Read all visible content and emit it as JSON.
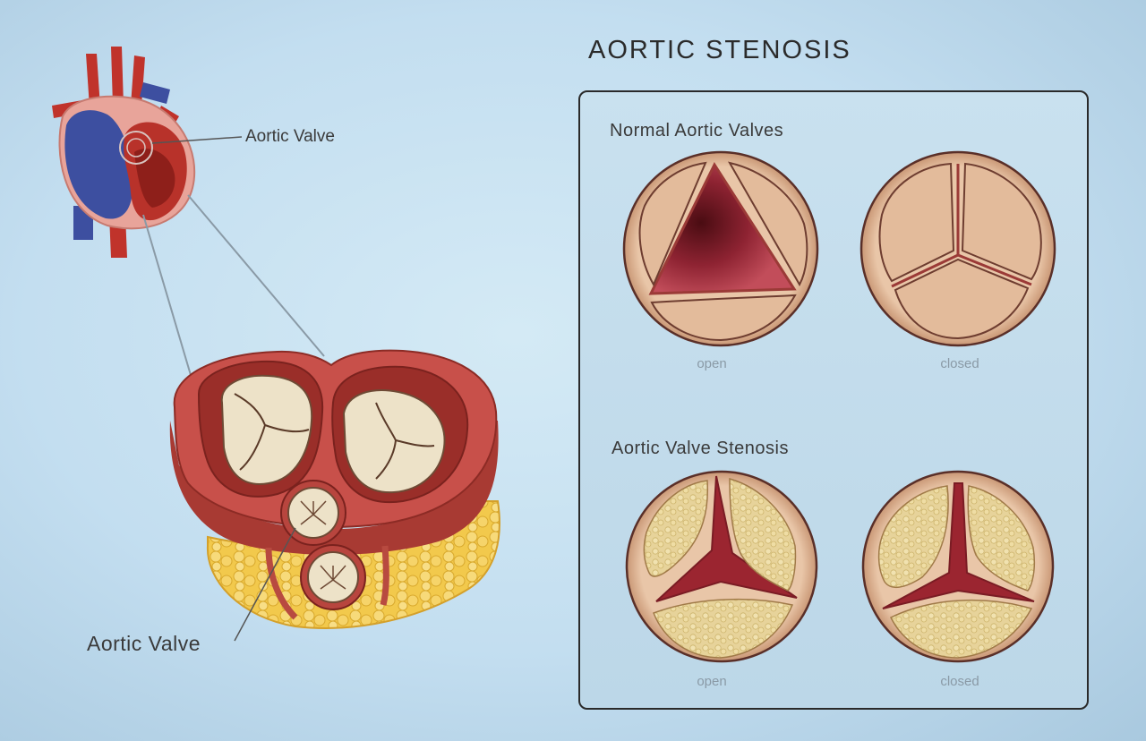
{
  "title": "AORTIC STENOSIS",
  "heart": {
    "label": "Aortic Valve"
  },
  "section": {
    "label": "Aortic Valve"
  },
  "panel": {
    "normal": {
      "heading": "Normal Aortic Valves",
      "open_caption": "open",
      "closed_caption": "closed"
    },
    "stenosis": {
      "heading": "Aortic Valve Stenosis",
      "open_caption": "open",
      "closed_caption": "closed"
    }
  },
  "colors": {
    "background": "#c3def0",
    "heart_red": "#b8322a",
    "heart_blue": "#3d4fa0",
    "tissue_red": "#b9433a",
    "valve_tan": "#e6c3a4",
    "calcification": "#e9d48f",
    "fat_yellow": "#f0cc4e"
  }
}
